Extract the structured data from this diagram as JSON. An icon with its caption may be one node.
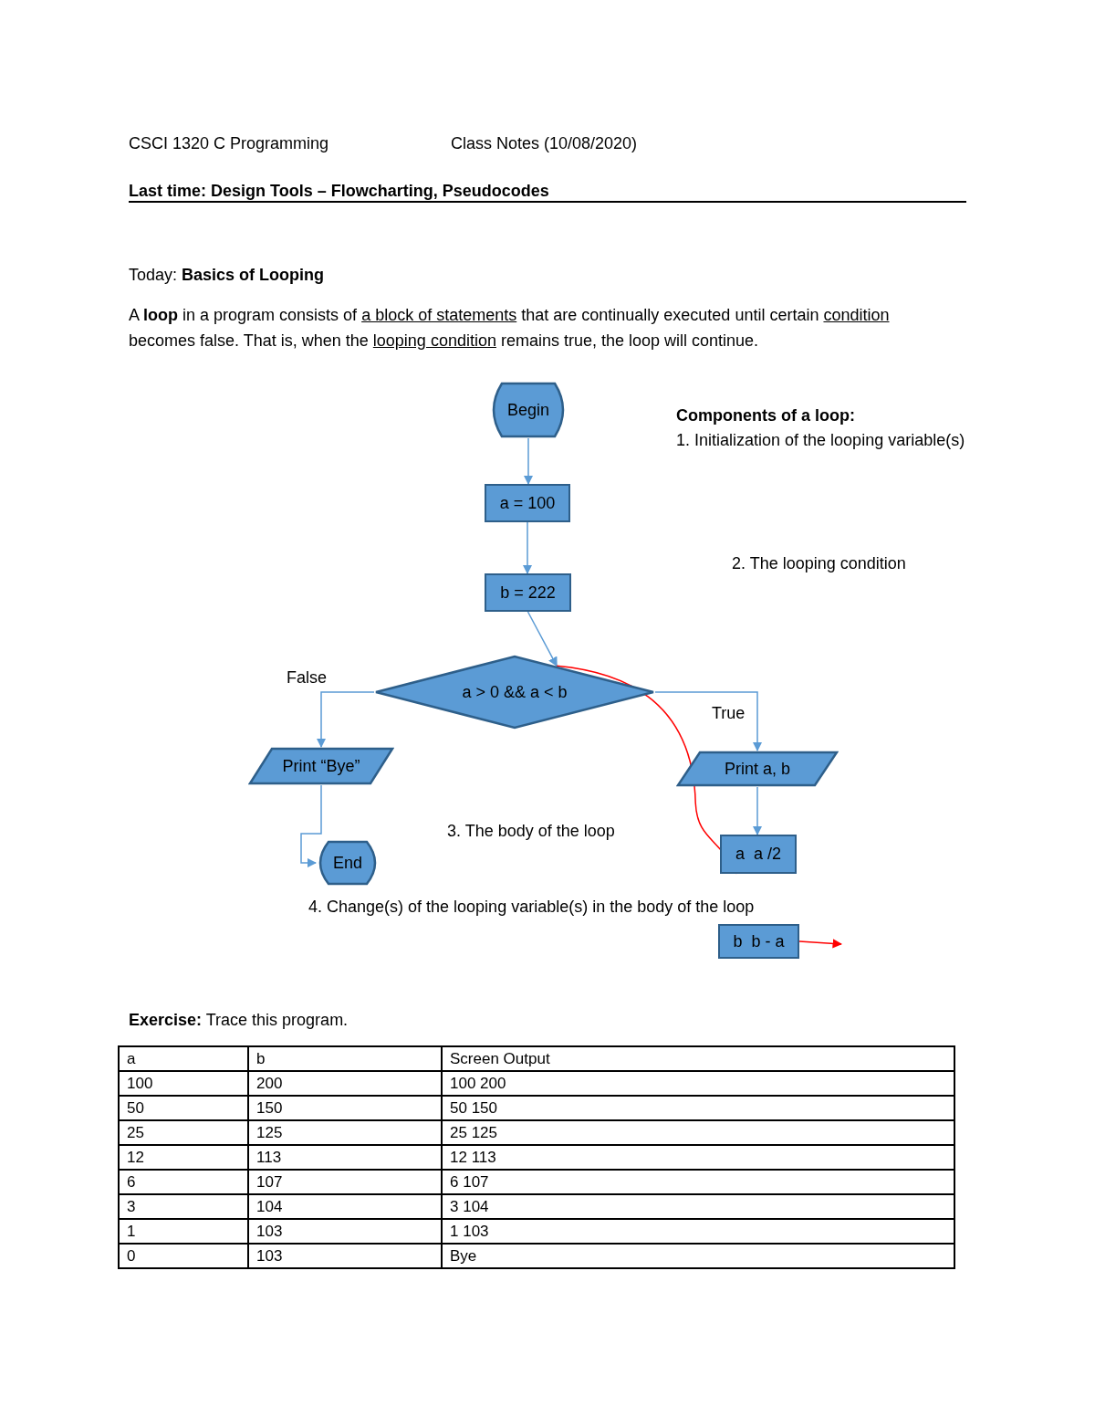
{
  "diagram": {
    "nodes": [
      {
        "text": [
          "Begin"
        ]
      },
      {
        "text": [
          "a = 100"
        ]
      },
      {
        "text": [
          "b = 222"
        ]
      },
      {
        "text": [
          "a > 0 && a < b"
        ]
      },
      {
        "text": [
          "Print “Bye”"
        ]
      },
      {
        "text": [
          "Print a, b"
        ]
      },
      {
        "text": [
          "a  a /2"
        ]
      },
      {
        "text": [
          "b  b - a"
        ]
      },
      {
        "text": [
          "End"
        ]
      }
    ],
    "edges": [
      {
        "from": 0,
        "to": 1,
        "arrow": "to"
      },
      {
        "from": 1,
        "to": 2,
        "arrow": "to"
      },
      {
        "from": 2,
        "to": 3,
        "arrow": "to"
      },
      {
        "from": 3,
        "to": 4,
        "arrow": "to",
        "label": "False"
      },
      {
        "from": 3,
        "to": 5,
        "arrow": "to",
        "label": "True"
      },
      {
        "from": 5,
        "to": 6,
        "arrow": "to"
      },
      {
        "from": 4,
        "to": 8,
        "arrow": "to"
      },
      {
        "from": 3,
        "to": 6,
        "arrow": "none",
        "color": "#ff0000"
      },
      {
        "from": 7,
        "to": null,
        "arrow": "to",
        "color": "#ff0000"
      }
    ],
    "labels": [
      "CSCI 1320 C Programming",
      "Class Notes (10/08/2020)",
      "Last time: Design Tools – Flowcharting, Pseudocodes",
      "Today: **Basics of Looping**",
      "A **loop** in a program consists of",
      "a block of statements",
      "that are continually executed until certain",
      "condition",
      "becomes false. That is, when the",
      "looping condition",
      "remains true, the loop will continue.",
      "Components of a loop:",
      "1. Initialization of the looping variable(s)",
      "2. The looping condition",
      "3. The body of the loop",
      "4. Change(s) of the looping variable(s) in the body of the loop",
      "**Exercise:** Trace this program.",
      "a",
      "b",
      "Screen Output",
      "100",
      "200",
      "100 200",
      "50",
      "150",
      "50 150",
      "25",
      "125",
      "25 125",
      "12",
      "113",
      "12 113",
      "6",
      "107",
      "6 107",
      "3",
      "104",
      "3 104",
      "1",
      "103",
      "1 103",
      "0",
      "103",
      "Bye"
    ]
  }
}
